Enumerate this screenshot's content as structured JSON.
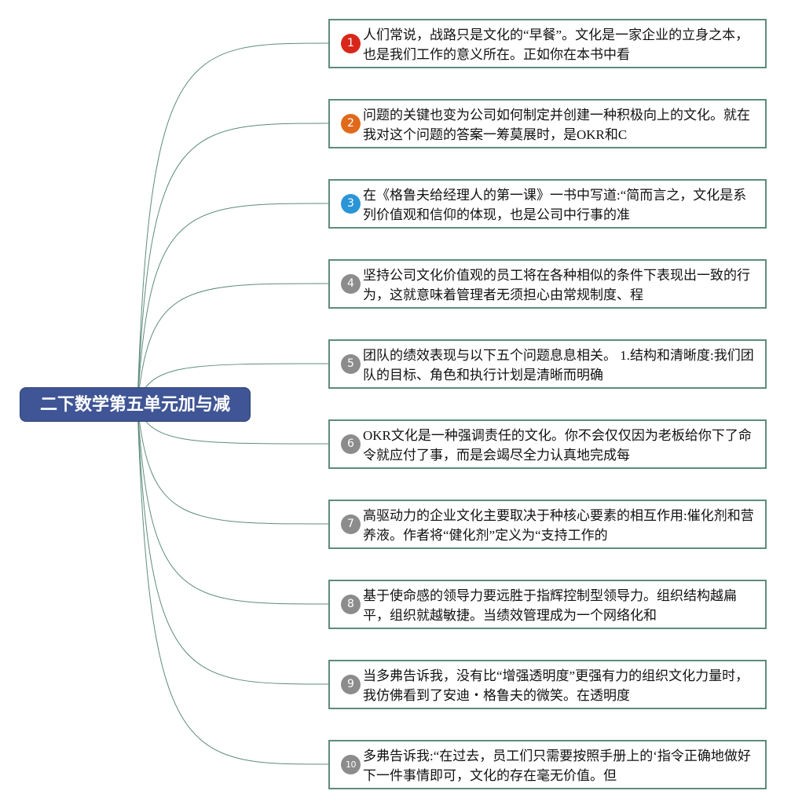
{
  "root": {
    "label": "二下数学第五单元加与减"
  },
  "nodes": [
    {
      "number": "1",
      "color": "#d8271a",
      "text": "人们常说，战路只是文化的“早餐”。文化是一家企业的立身之本，也是我们工作的意义所在。正如你在本书中看"
    },
    {
      "number": "2",
      "color": "#e06a1b",
      "text": "问题的关键也变为公司如何制定并创建一种积极向上的文化。就在我对这个问题的答案一筹莫展时，是OKR和C"
    },
    {
      "number": "3",
      "color": "#2a95d6",
      "text": "在《格鲁夫给经理人的第一课》一书中写道:“简而言之，文化是系列价值观和信仰的体现，也是公司中行事的准"
    },
    {
      "number": "4",
      "color": "#8c8c8c",
      "text": "坚持公司文化价值观的员工将在各种相似的条件下表现出一致的行为，这就意味着管理者无须担心由常规制度、程"
    },
    {
      "number": "5",
      "color": "#8c8c8c",
      "text": "团队的绩效表现与以下五个问题息息相关。 1.结构和清晰度:我们团队的目标、角色和执行计划是清晰而明确"
    },
    {
      "number": "6",
      "color": "#8c8c8c",
      "text": "OKR文化是一种强调责任的文化。你不会仅仅因为老板给你下了命令就应付了事，而是会竭尽全力认真地完成每"
    },
    {
      "number": "7",
      "color": "#8c8c8c",
      "text": "高驱动力的企业文化主要取决于种核心要素的相互作用:催化剂和营养液。作者将“健化剂”定义为“支持工作的"
    },
    {
      "number": "8",
      "color": "#8c8c8c",
      "text": "基于使命感的领导力要远胜于指辉控制型领导力。组织结构越扁平，组织就越敏捷。当绩效管理成为一个网络化和"
    },
    {
      "number": "9",
      "color": "#8c8c8c",
      "text": "当多弗告诉我，没有比“增强透明度”更强有力的组织文化力量时，我仿佛看到了安迪・格鲁夫的微笑。在透明度"
    },
    {
      "number": "10",
      "color": "#8c8c8c",
      "text": "多弗告诉我:“在过去，员工们只需要按照手册上的‘指令正确地做好下一件事情即可，文化的存在毫无价值。但"
    }
  ],
  "colors": {
    "root_fill": "#3f5595",
    "node_border": "#5e8c7c",
    "link": "#5e8c7c"
  }
}
